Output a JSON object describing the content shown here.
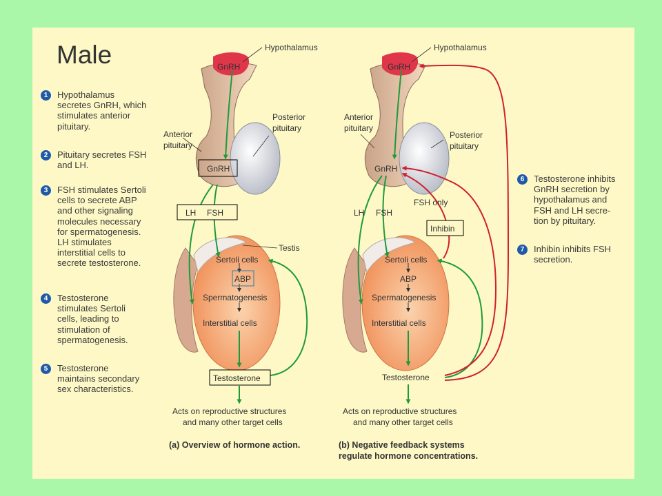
{
  "slide_title": "Male",
  "steps_left": [
    {
      "num": "1",
      "text": "Hypothalamus\nsecretes GnRH, which\nstimulates anterior\npituitary."
    },
    {
      "num": "2",
      "text": "Pituitary secretes FSH\nand LH."
    },
    {
      "num": "3",
      "text": "FSH stimulates Sertoli\ncells to secrete ABP\nand other signaling\nmolecules necessary\nfor spermatogenesis.\nLH stimulates\ninterstitial cells to\nsecrete testosterone."
    },
    {
      "num": "4",
      "text": "Testosterone\nstimulates Sertoli\ncells, leading to\nstimulation of\nspermatogenesis."
    },
    {
      "num": "5",
      "text": "Testosterone\nmaintains secondary\nsex characteristics."
    }
  ],
  "steps_right": [
    {
      "num": "6",
      "text": "Testosterone inhibits\nGnRH secretion by\nhypothalamus and\nFSH and LH secre-\ntion by pituitary."
    },
    {
      "num": "7",
      "text": "Inhibin inhibits FSH\nsecretion."
    }
  ],
  "panel_a": {
    "hypothalamus": "Hypothalamus",
    "gnrh_top": "GnRH",
    "posterior_line1": "Posterior",
    "posterior_line2": "pituitary",
    "anterior_line1": "Anterior",
    "anterior_line2": "pituitary",
    "gnrh_box": "GnRH",
    "lh": "LH",
    "fsh": "FSH",
    "testis": "Testis",
    "sertoli": "Sertoli cells",
    "abp": "ABP",
    "spermatogenesis": "Spermatogenesis",
    "interstitial": "Interstitial cells",
    "testosterone": "Testosterone",
    "acts_line1": "Acts on reproductive structures",
    "acts_line2": "and many other target cells",
    "caption": "(a) Overview of hormone action."
  },
  "panel_b": {
    "hypothalamus": "Hypothalamus",
    "gnrh_top": "GnRH",
    "anterior_line1": "Anterior",
    "anterior_line2": "pituitary",
    "posterior_line1": "Posterior",
    "posterior_line2": "pituitary",
    "gnrh_mid": "GnRH",
    "fsh_only": "FSH only",
    "lh": "LH",
    "fsh": "FSH",
    "inhibin": "Inhibin",
    "sertoli": "Sertoli cells",
    "abp": "ABP",
    "spermatogenesis": "Spermatogenesis",
    "interstitial": "Interstitial cells",
    "testosterone": "Testosterone",
    "acts_line1": "Acts on reproductive structures",
    "acts_line2": "and many other target cells",
    "caption_line1": "(b) Negative feedback systems",
    "caption_line2": "regulate hormone concentrations."
  },
  "colors": {
    "page_bg": "#aaf7aa",
    "panel_bg": "#fdf8c6",
    "stimulate_arrow": "#1e9a3c",
    "inhibit_arrow": "#d0202e",
    "step_circle": "#1f5aa8",
    "cell_label": "#d01c2a",
    "sertoli_label": "#1f6fb5",
    "testis_fill": "#f4a26e"
  }
}
